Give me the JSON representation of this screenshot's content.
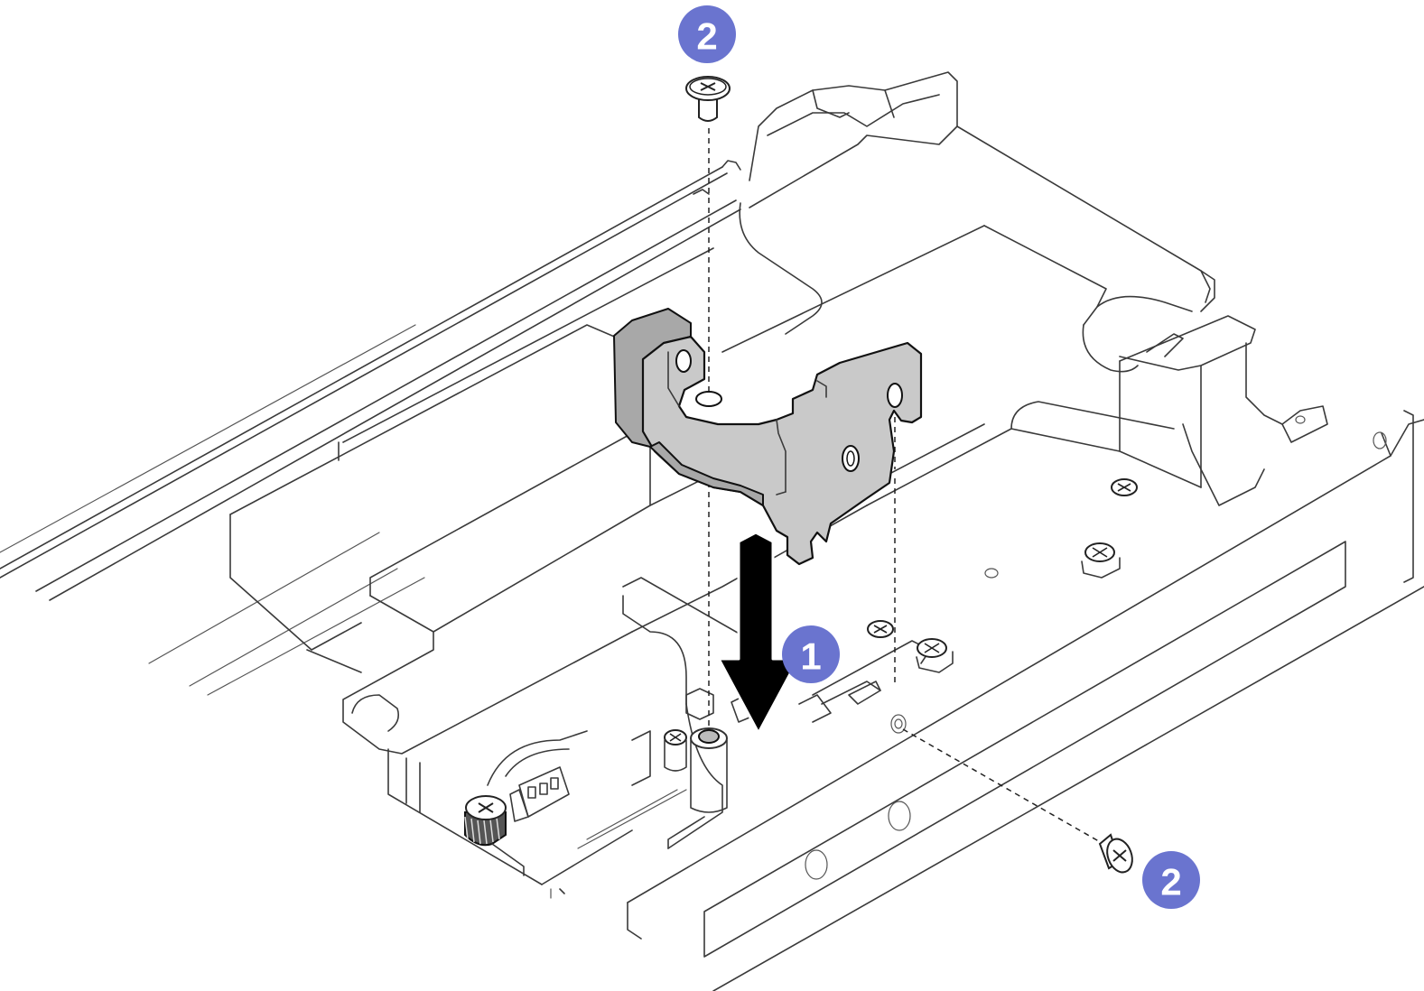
{
  "callouts": [
    {
      "label": "2",
      "color": "#6a74cf"
    },
    {
      "label": "1",
      "color": "#6a74cf"
    },
    {
      "label": "2",
      "color": "#6a74cf"
    }
  ],
  "icons": [
    "screw-icon",
    "down-arrow-icon",
    "bracket-icon",
    "thumbscrew-icon"
  ]
}
